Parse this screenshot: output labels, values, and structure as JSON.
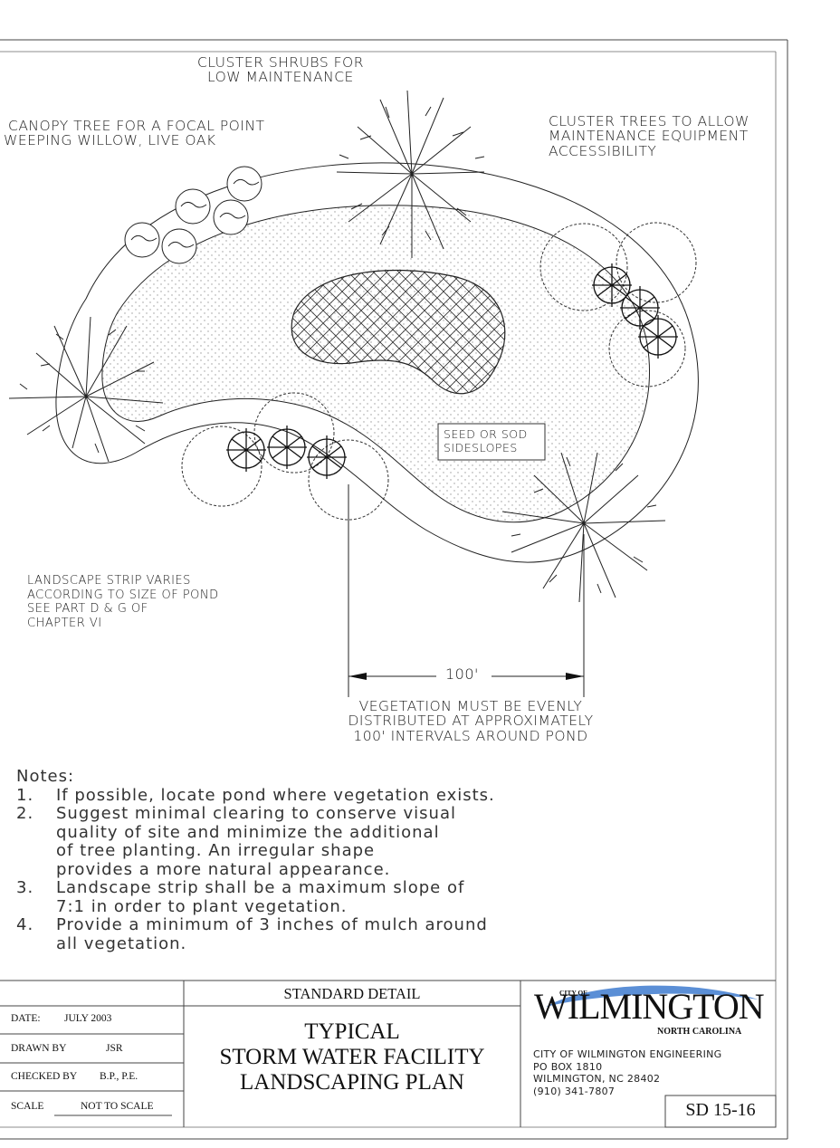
{
  "labels": {
    "cluster_shrubs": [
      "CLUSTER SHRUBS FOR",
      "LOW MAINTENANCE"
    ],
    "canopy_tree": [
      "CANOPY TREE FOR A FOCAL POINT",
      "WEEPING WILLOW, LIVE OAK"
    ],
    "cluster_trees": [
      "CLUSTER TREES TO ALLOW",
      "MAINTENANCE EQUIPMENT",
      "ACCESSIBILITY"
    ],
    "seed_sod": [
      "SEED OR SOD",
      "SIDESLOPES"
    ],
    "landscape_strip": [
      "LANDSCAPE STRIP VARIES",
      "ACCORDING TO SIZE OF POND",
      "SEE PART D & G OF",
      "CHAPTER VI"
    ],
    "dimension": "100'",
    "vegetation": [
      "VEGETATION MUST BE EVENLY",
      "DISTRIBUTED AT APPROXIMATELY",
      "100' INTERVALS AROUND POND"
    ]
  },
  "notes": {
    "title": "Notes:",
    "items": [
      {
        "num": "1.",
        "lines": [
          "If possible, locate pond where vegetation exists."
        ]
      },
      {
        "num": "2.",
        "lines": [
          "Suggest minimal clearing to conserve visual",
          "quality of site and minimize the additional",
          "of tree planting.  An irregular shape",
          "provides a more natural appearance."
        ]
      },
      {
        "num": "3.",
        "lines": [
          "Landscape strip shall be a maximum slope of",
          "7:1 in order to plant vegetation."
        ]
      },
      {
        "num": "4.",
        "lines": [
          "Provide a minimum of 3 inches of mulch around",
          "all vegetation."
        ]
      }
    ]
  },
  "title_block": {
    "date_label": "DATE:",
    "date_value": "JULY 2003",
    "drawn_label": "DRAWN BY",
    "drawn_value": "JSR",
    "checked_label": "CHECKED BY",
    "checked_value": "B.P., P.E.",
    "scale_label": "SCALE",
    "scale_value": "NOT TO SCALE",
    "standard_detail": "STANDARD DETAIL",
    "title_lines": [
      "TYPICAL",
      "STORM WATER FACILITY",
      "LANDSCAPING PLAN"
    ],
    "logo_city_of": "CITY OF",
    "logo_name": "WILMINGTON",
    "logo_state": "NORTH CAROLINA",
    "address_lines": [
      "CITY OF WILMINGTON ENGINEERING",
      "PO BOX 1810",
      "WILMINGTON, NC 28402",
      "(910) 341-7807"
    ],
    "sheet_number": "SD 15-16"
  },
  "colors": {
    "ink": "#1a1a1a",
    "logo_swoosh": "#5b8fd6"
  }
}
